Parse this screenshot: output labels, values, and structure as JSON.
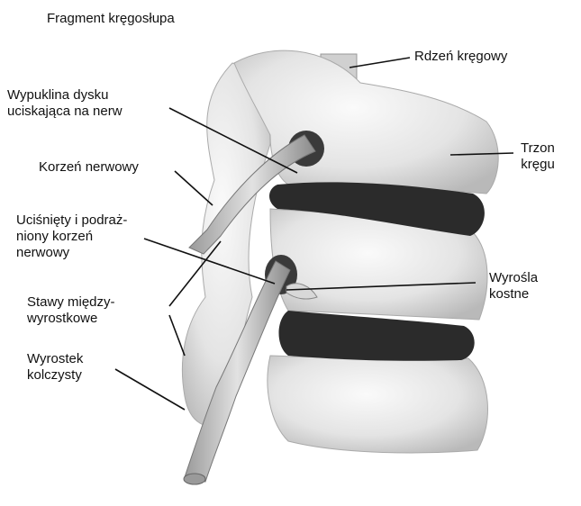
{
  "title": "Fragment kręgosłupa",
  "labels": {
    "rdzen": "Rdzeń kręgowy",
    "trzon": "Trzon\nkręgu",
    "wypuklina": "Wypuklina dysku\nuciskająca na nerw",
    "korzen": "Korzeń nerwowy",
    "ucisniety": "Uciśnięty i podraż-\nniony korzeń\nnerwowy",
    "wyrosla": "Wyrośla\nkostne",
    "stawy": "Stawy między-\nwyrostkowe",
    "wyrostek": "Wyrostek\nkolczysty"
  }
}
